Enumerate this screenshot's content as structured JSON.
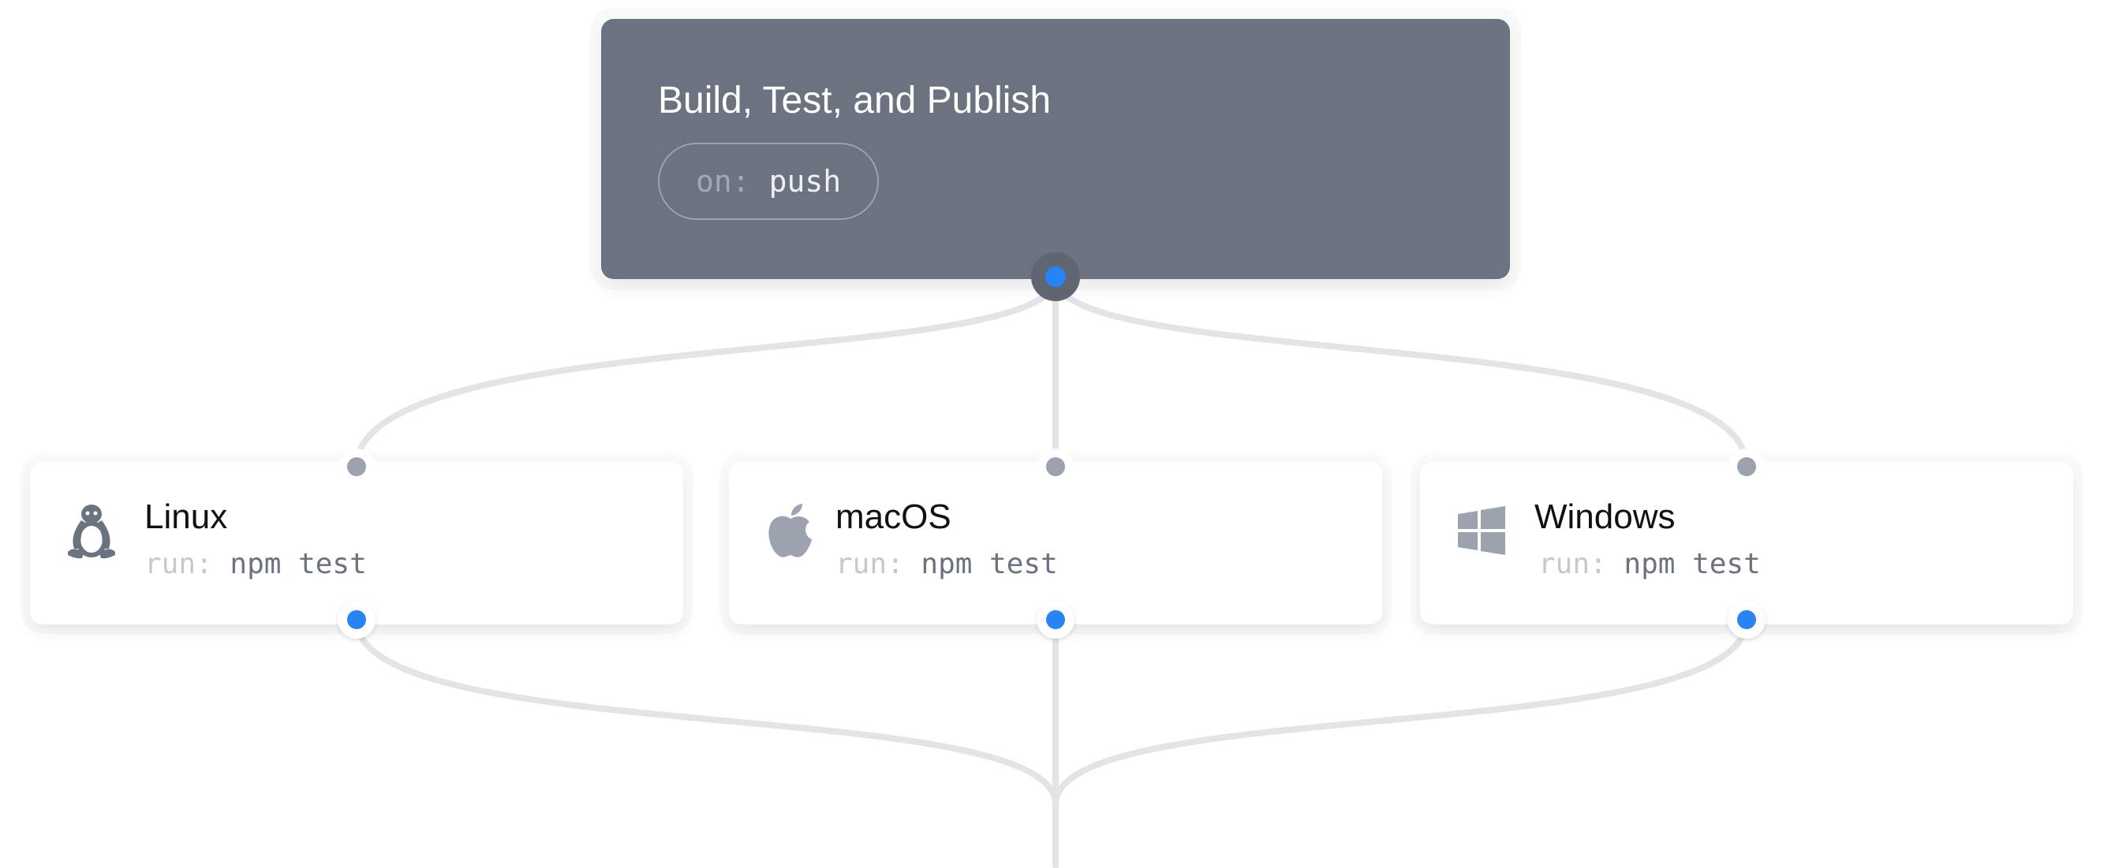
{
  "workflow": {
    "title": "Build, Test, and Publish",
    "trigger_key": "on:",
    "trigger_value": "push"
  },
  "jobs": [
    {
      "name": "Linux",
      "icon": "linux-penguin-icon",
      "run_key": "run:",
      "run_value": "npm test"
    },
    {
      "name": "macOS",
      "icon": "apple-icon",
      "run_key": "run:",
      "run_value": "npm test"
    },
    {
      "name": "Windows",
      "icon": "windows-icon",
      "run_key": "run:",
      "run_value": "npm test"
    }
  ],
  "colors": {
    "workflow_bg": "#6b7280",
    "connector": "#e2e4e8",
    "output_node": "#2684f5",
    "input_node": "#9ca3af",
    "icon": "#6b7280"
  }
}
